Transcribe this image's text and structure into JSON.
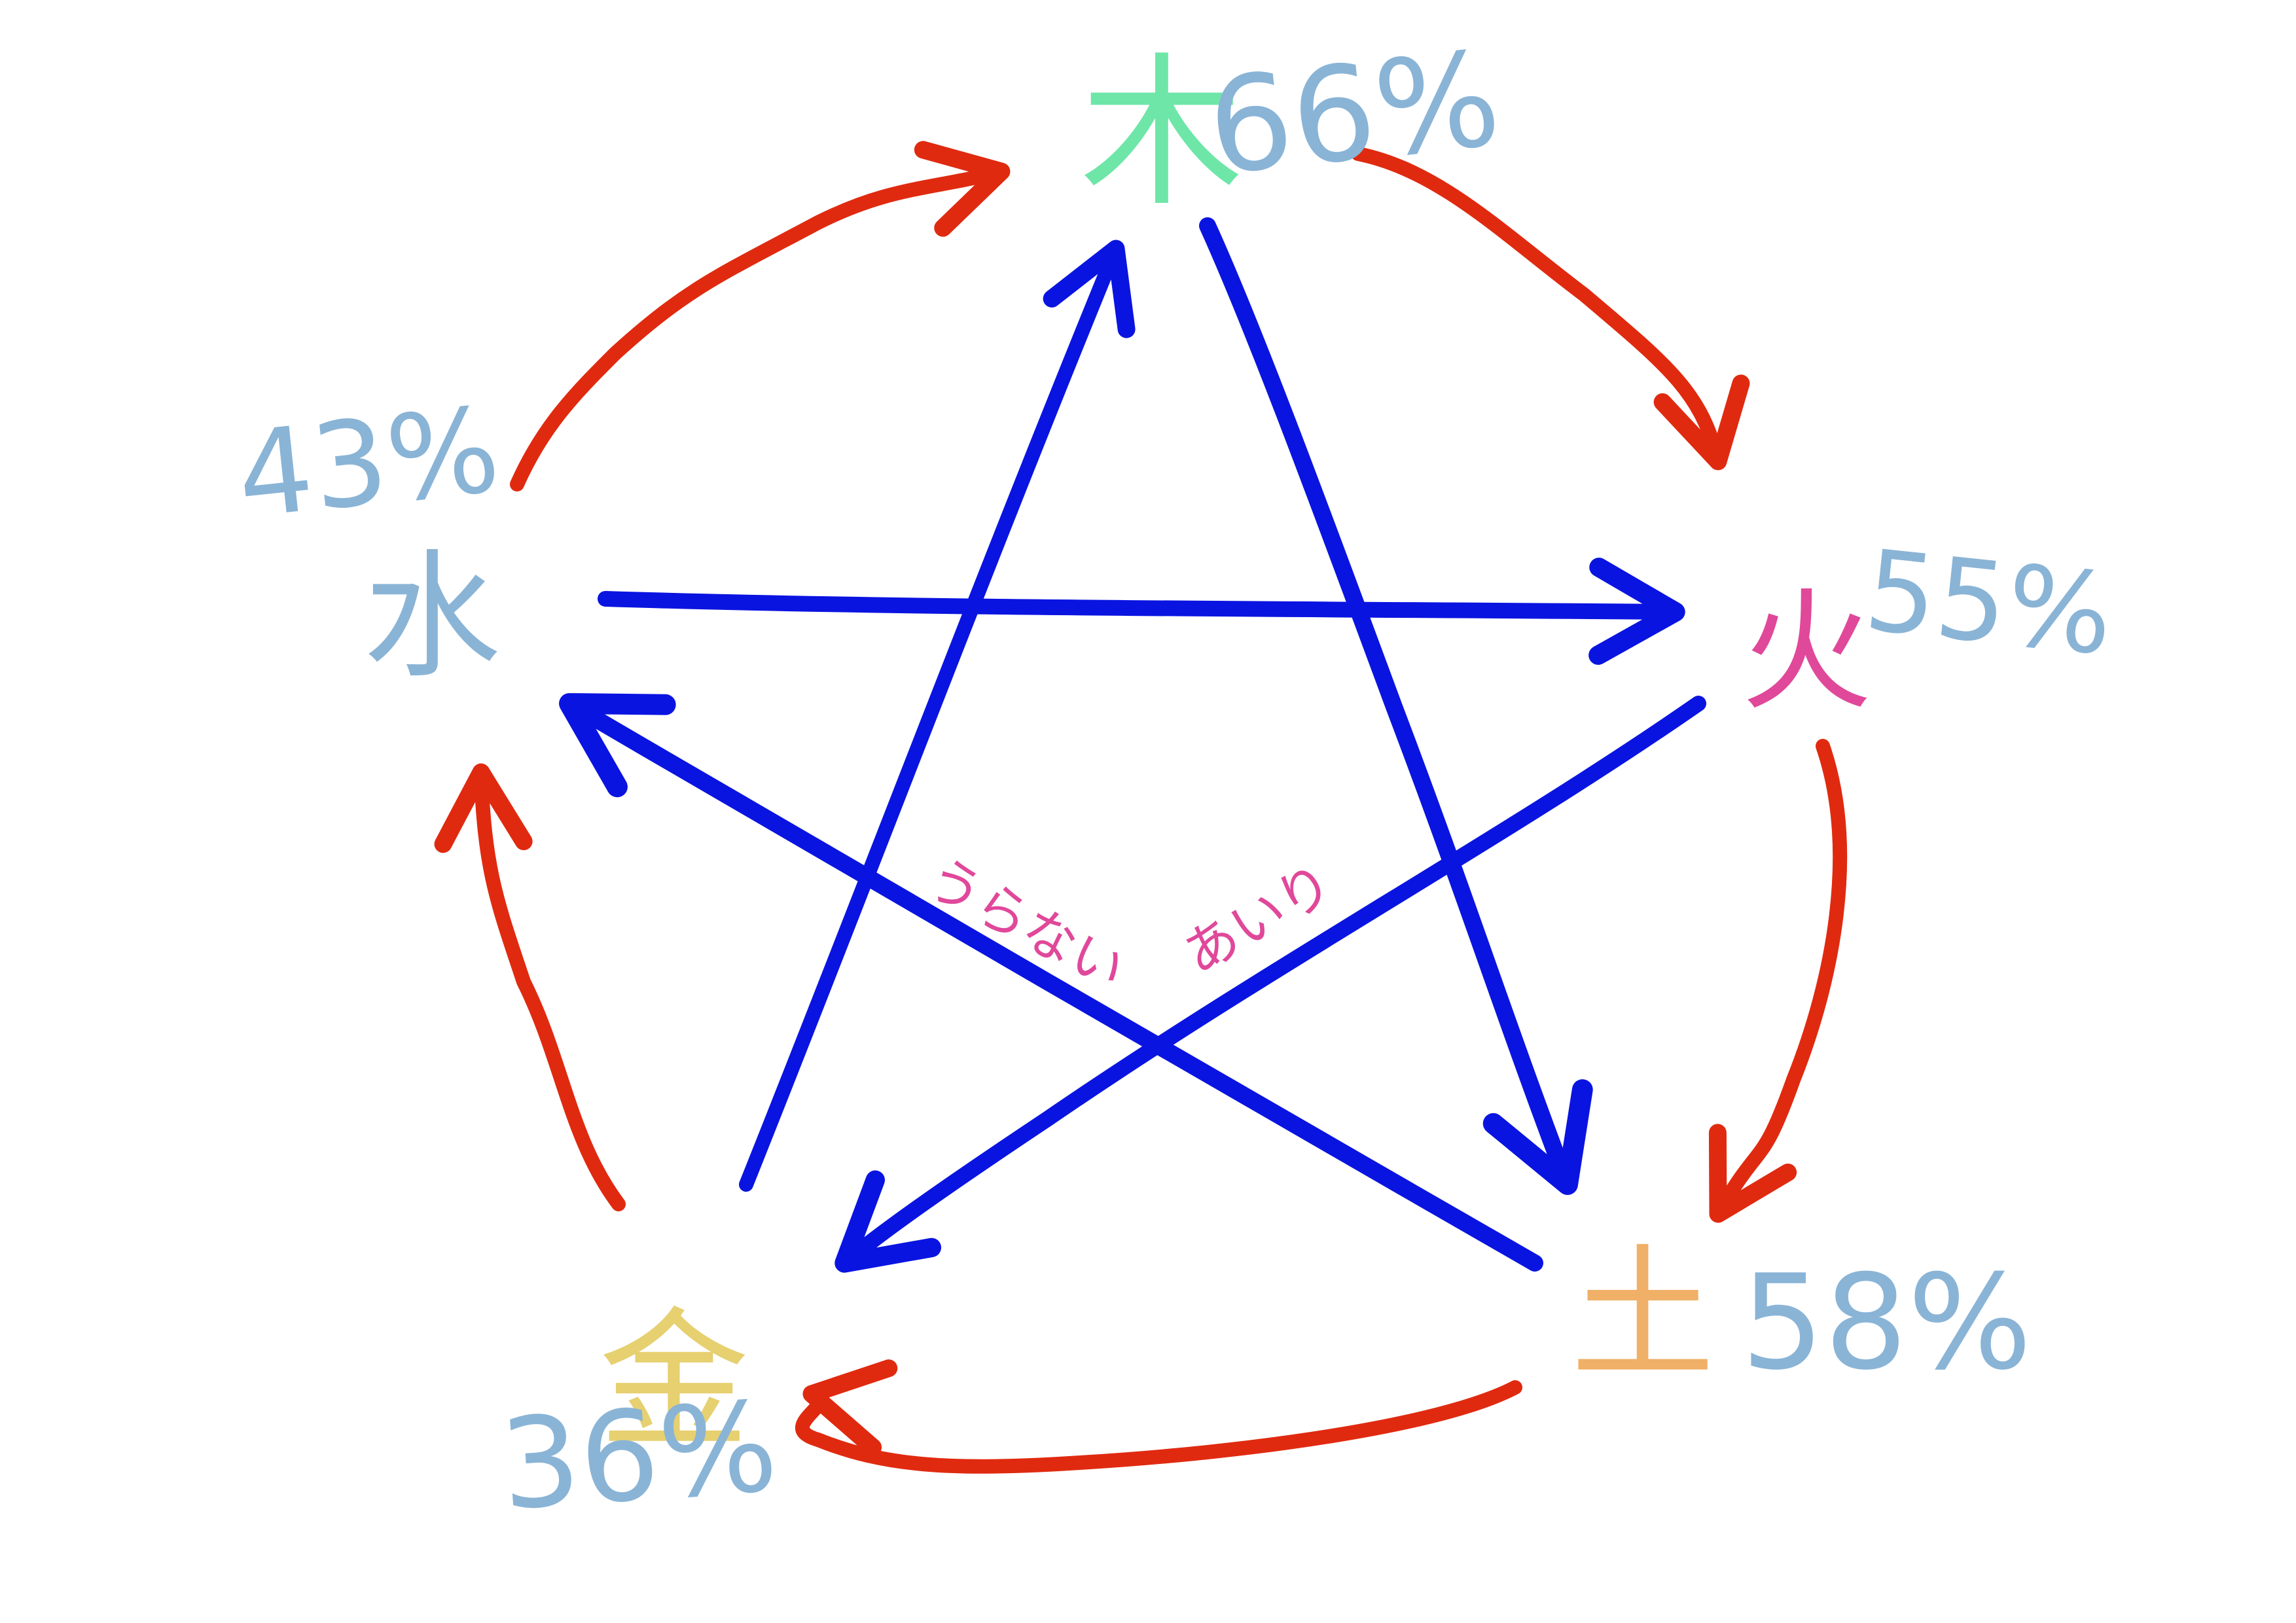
{
  "elements": {
    "wood": {
      "kanji": "木",
      "percent": "66%",
      "kanji_color": "#6ee6a8"
    },
    "fire": {
      "kanji": "火",
      "percent": "55%",
      "kanji_color": "#e0489a"
    },
    "earth": {
      "kanji": "土",
      "percent": "58%",
      "kanji_color": "#f0b068"
    },
    "metal": {
      "kanji": "金",
      "percent": "36%",
      "kanji_color": "#e6d070"
    },
    "water": {
      "kanji": "水",
      "percent": "43%",
      "kanji_color": "#8ab4d6"
    }
  },
  "center_labels": {
    "left": "うらない",
    "right": "あいり"
  },
  "colors": {
    "percent": "#8ab4d6",
    "generating_cycle": "#e02a10",
    "controlling_cycle": "#0a14e0",
    "center_text": "#e0489a",
    "background": "#ffffff"
  }
}
